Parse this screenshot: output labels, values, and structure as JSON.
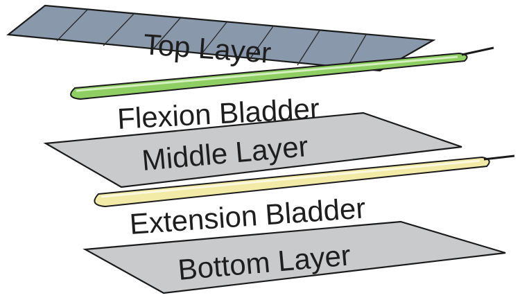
{
  "labels": {
    "top_layer": "Top Layer",
    "flexion_bladder": "Flexion Bladder",
    "middle_layer": "Middle Layer",
    "extension_bladder": "Extension Bladder",
    "bottom_layer": "Bottom Layer"
  },
  "colors": {
    "top_layer_fill": "#8a98ab",
    "gray_layer_fill": "#c9cacc",
    "flexion_bladder_fill": "#8fce63",
    "extension_bladder_fill": "#f2eba8",
    "outline": "#1a1a1a"
  }
}
